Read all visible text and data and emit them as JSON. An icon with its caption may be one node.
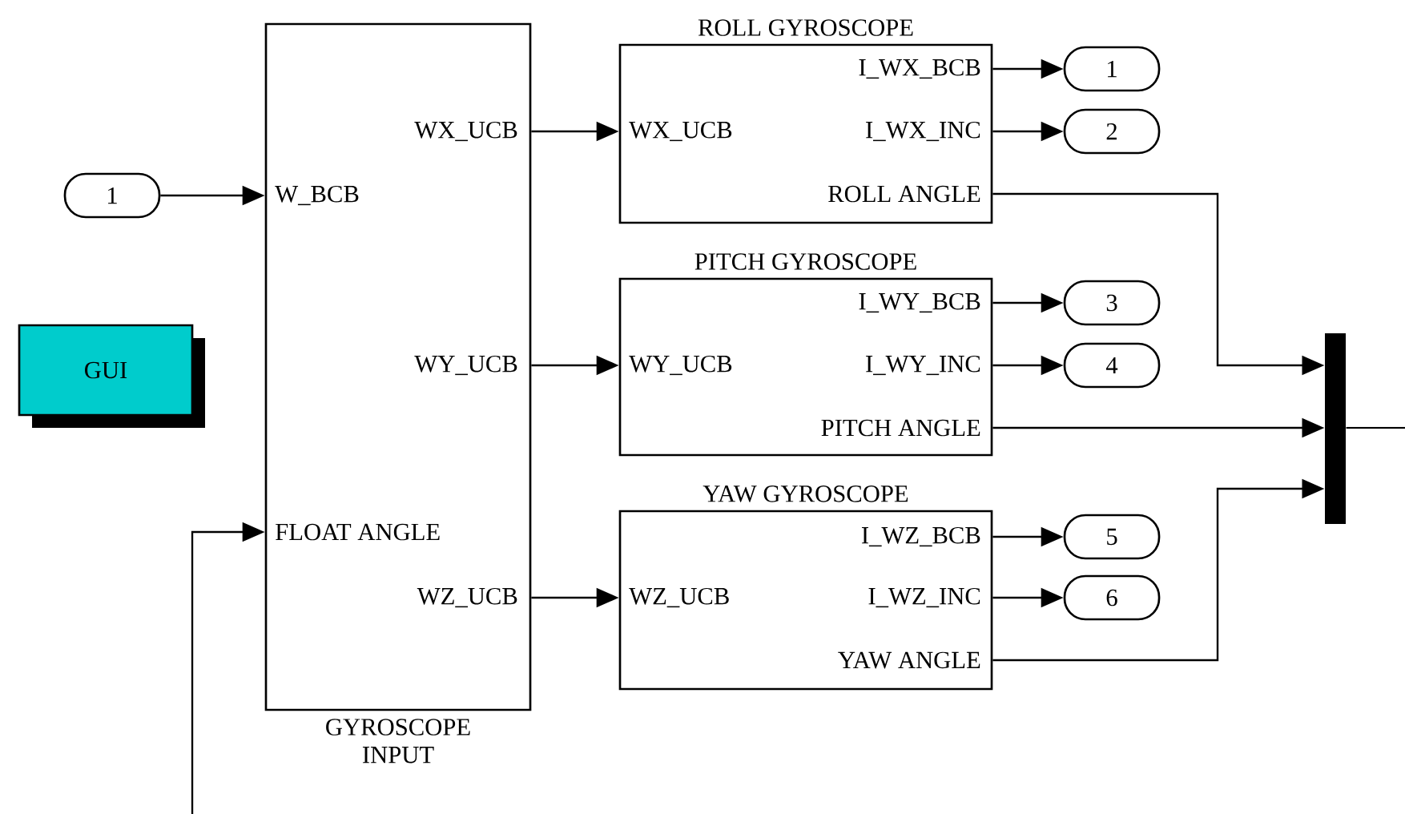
{
  "diagram": {
    "nodes": [
      {
        "text": [
          "1"
        ]
      },
      {
        "text": [
          "GUI"
        ]
      },
      {
        "text": [
          "WX_UCB",
          "W_BCB",
          "WY_UCB",
          "FLOAT ANGLE",
          "WZ_UCB",
          "GYROSCOPE INPUT"
        ]
      },
      {
        "text": [
          "ROLL GYROSCOPE",
          "I_WX_BCB",
          "WX_UCB",
          "I_WX_INC",
          "ROLL ANGLE"
        ]
      },
      {
        "text": [
          "PITCH GYROSCOPE",
          "I_WY_BCB",
          "WY_UCB",
          "I_WY_INC",
          "PITCH ANGLE"
        ]
      },
      {
        "text": [
          "YAW GYROSCOPE",
          "I_WZ_BCB",
          "WZ_UCB",
          "I_WZ_INC",
          "YAW ANGLE"
        ]
      },
      {
        "text": [
          "1"
        ]
      },
      {
        "text": [
          "2"
        ]
      },
      {
        "text": [
          "3"
        ]
      },
      {
        "text": [
          "4"
        ]
      },
      {
        "text": [
          "5"
        ]
      },
      {
        "text": [
          "6"
        ]
      },
      {
        "text": [],
        "shape": "bar"
      }
    ],
    "edges": [
      {
        "from": 0,
        "to": 2,
        "arrow": "to"
      },
      {
        "from": null,
        "to": 2,
        "arrow": "to"
      },
      {
        "from": 2,
        "to": 3,
        "arrow": "to"
      },
      {
        "from": 2,
        "to": 4,
        "arrow": "to"
      },
      {
        "from": 2,
        "to": 5,
        "arrow": "to"
      },
      {
        "from": 3,
        "to": 6,
        "arrow": "to"
      },
      {
        "from": 3,
        "to": 7,
        "arrow": "to"
      },
      {
        "from": 4,
        "to": 8,
        "arrow": "to"
      },
      {
        "from": 4,
        "to": 9,
        "arrow": "to"
      },
      {
        "from": 5,
        "to": 10,
        "arrow": "to"
      },
      {
        "from": 5,
        "to": 11,
        "arrow": "to"
      },
      {
        "from": 3,
        "to": 12,
        "arrow": "to"
      },
      {
        "from": 4,
        "to": 12,
        "arrow": "to"
      },
      {
        "from": 5,
        "to": 12,
        "arrow": "to"
      },
      {
        "from": 12,
        "to": null,
        "arrow": "none"
      }
    ]
  }
}
